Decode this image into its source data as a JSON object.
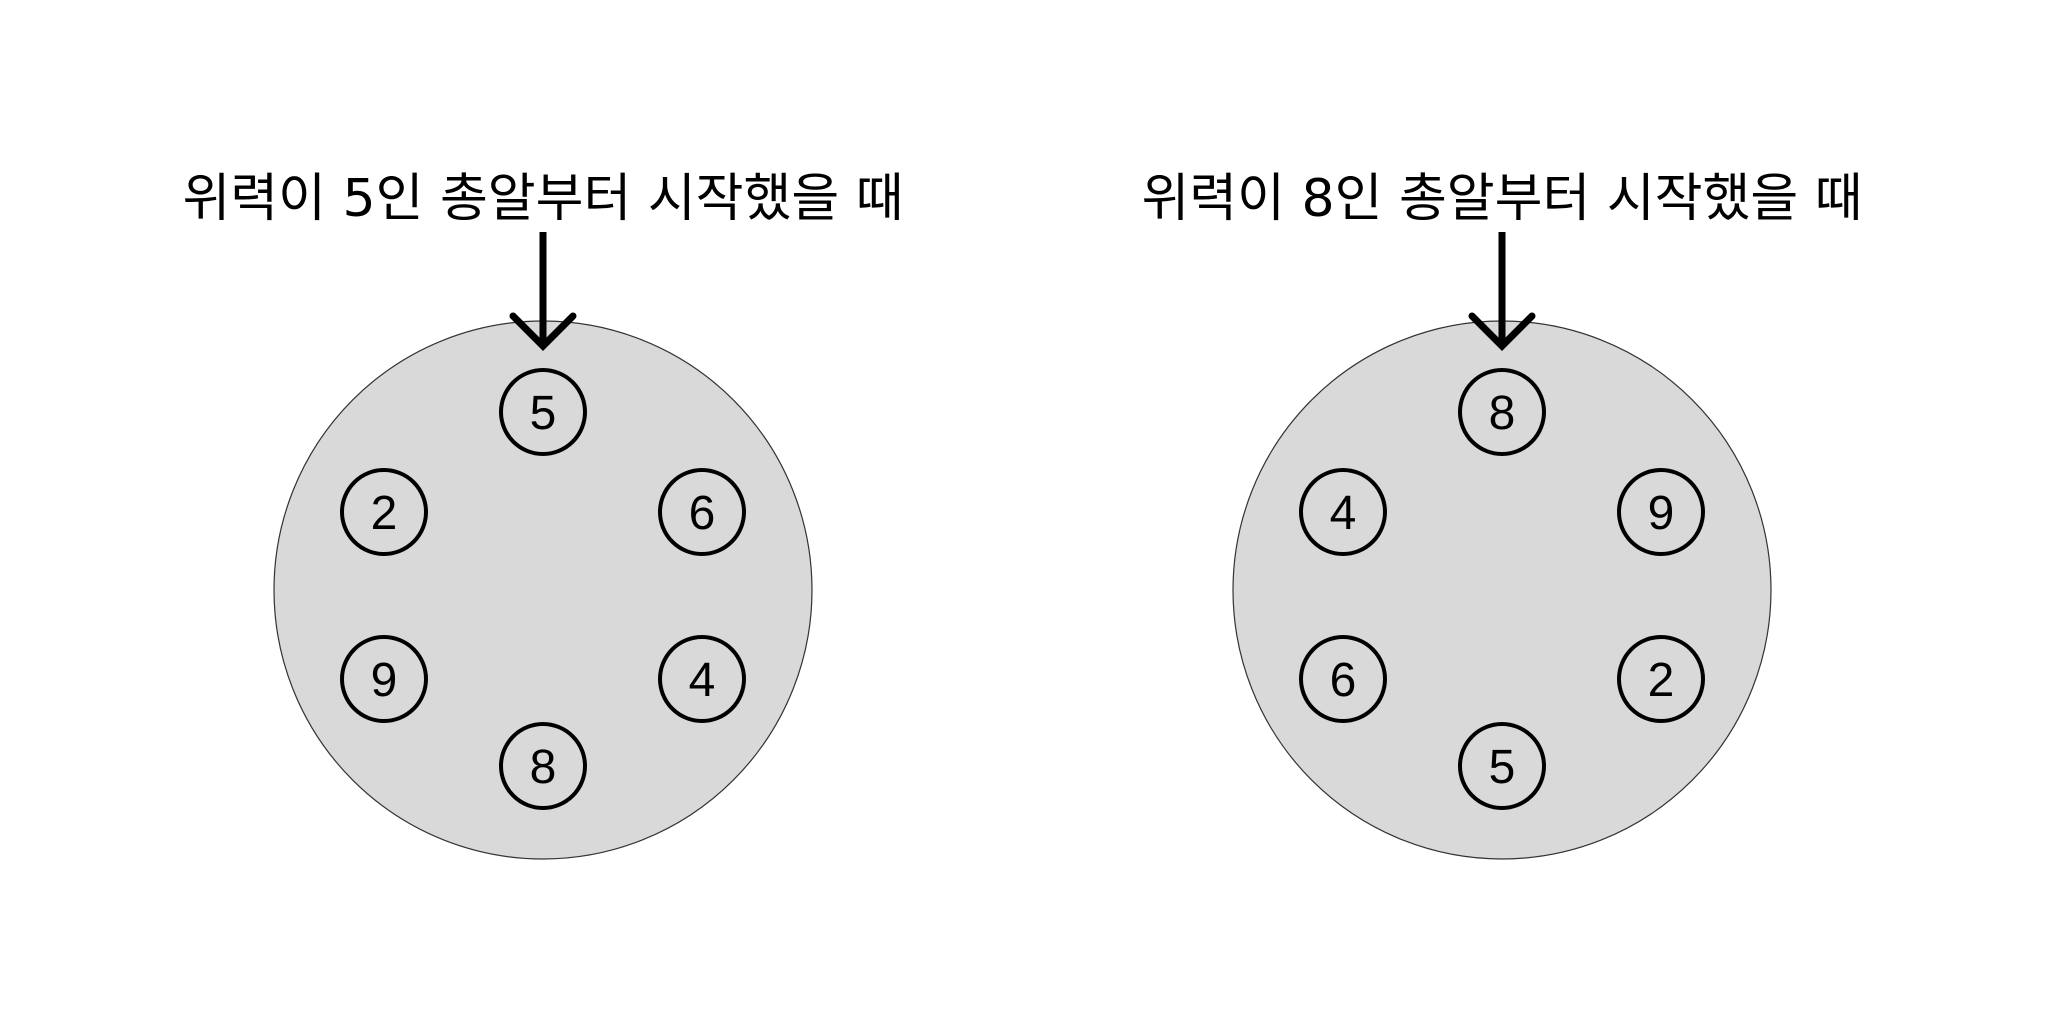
{
  "colors": {
    "background": "#ffffff",
    "disc": "#d9d9d9",
    "stroke": "#000000"
  },
  "diagrams": [
    {
      "title": "위력이 5인 총알부터 시작했을 때",
      "bullets": [
        "5",
        "6",
        "4",
        "8",
        "9",
        "2"
      ]
    },
    {
      "title": "위력이 8인 총알부터 시작했을 때",
      "bullets": [
        "8",
        "9",
        "2",
        "5",
        "6",
        "4"
      ]
    }
  ]
}
